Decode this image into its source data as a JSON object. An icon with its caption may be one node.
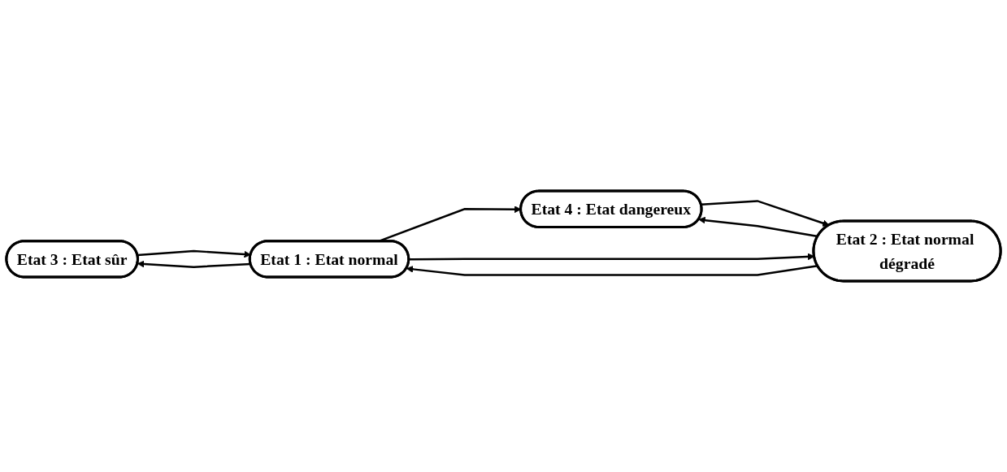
{
  "diagram": {
    "nodes": [
      {
        "text": [
          "Etat 3 : Etat sûr"
        ]
      },
      {
        "text": [
          "Etat 1 : Etat normal"
        ]
      },
      {
        "text": [
          "Etat 4 : Etat dangereux"
        ]
      },
      {
        "text": [
          "Etat 2 : Etat normal dégradé"
        ]
      }
    ],
    "edges": [
      {
        "from": 1,
        "to": 0,
        "arrow": "to"
      },
      {
        "from": 0,
        "to": 1,
        "arrow": "to"
      },
      {
        "from": 1,
        "to": 2,
        "arrow": "to"
      },
      {
        "from": 3,
        "to": 1,
        "arrow": "to"
      },
      {
        "from": 1,
        "to": 3,
        "arrow": "to"
      },
      {
        "from": 3,
        "to": 2,
        "arrow": "to"
      },
      {
        "from": 2,
        "to": 3,
        "arrow": "to"
      }
    ]
  }
}
